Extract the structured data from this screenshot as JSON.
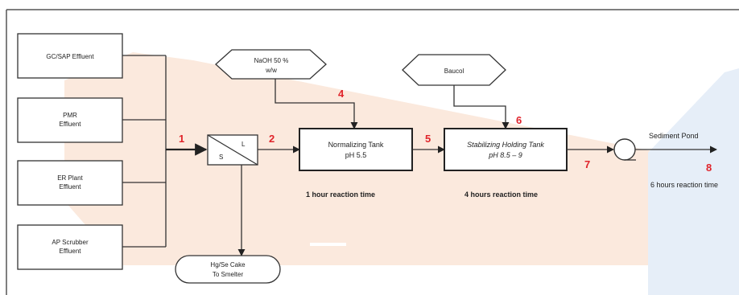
{
  "sources": [
    {
      "line1": "GC/SAP Effluent",
      "line2": ""
    },
    {
      "line1": "PMR",
      "line2": "Effluent"
    },
    {
      "line1": "ER Plant",
      "line2": "Effluent"
    },
    {
      "line1": "AP Scrubber",
      "line2": "Effluent"
    }
  ],
  "separator": {
    "label_s": "S",
    "label_l": "L"
  },
  "naoh": {
    "line1": "NaOH 50 %",
    "line2": "w/w"
  },
  "baucol": {
    "label": "Baucol"
  },
  "normalizing_tank": {
    "line1": "Normalizing Tank",
    "line2": "pH 5.5"
  },
  "stabilizing_tank": {
    "line1": "Stabilizing Holding Tank",
    "line2": "pH 8.5 – 9"
  },
  "cake": {
    "line1": "Hg/Se Cake",
    "line2": "To Smelter"
  },
  "sediment_pond": {
    "label": "Sediment Pond"
  },
  "reaction_times": {
    "normalizing": "1 hour reaction time",
    "stabilizing": "4 hours reaction time",
    "sediment": "6 hours reaction time"
  },
  "steps": [
    "1",
    "2",
    "4",
    "5",
    "6",
    "7",
    "8"
  ],
  "colors": {
    "background_shape": "#fbe9dd",
    "pond_shape": "#e6eef8",
    "step_numbers": "#e0232a"
  }
}
